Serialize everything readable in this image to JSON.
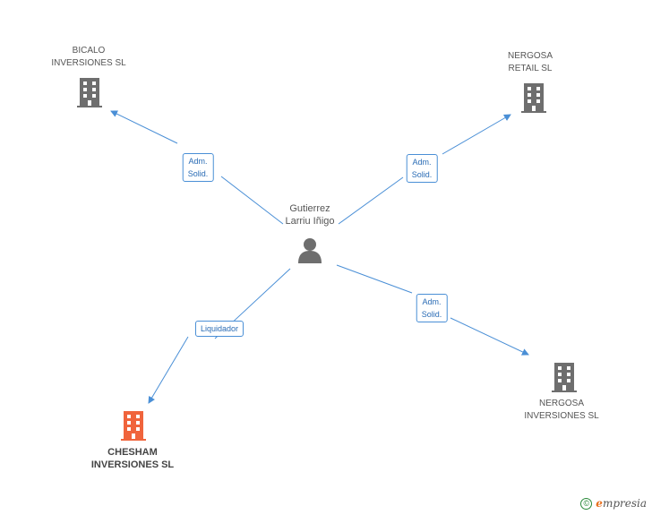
{
  "colors": {
    "edge": "#4a8fd6",
    "company": "#6e6e6e",
    "focus_company": "#f0643c",
    "person": "#6e6e6e"
  },
  "nodes": {
    "person": {
      "line1": "Gutierrez",
      "line2": "Larriu Iñigo",
      "icon": "person-icon"
    },
    "bicalo": {
      "line1": "BICALO",
      "line2": "INVERSIONES SL",
      "icon": "building-icon"
    },
    "nergosa_retail": {
      "line1": "NERGOSA",
      "line2": "RETAIL SL",
      "icon": "building-icon"
    },
    "chesham": {
      "line1": "CHESHAM",
      "line2": "INVERSIONES SL",
      "icon": "building-icon"
    },
    "nergosa_inv": {
      "line1": "NERGOSA",
      "line2": "INVERSIONES SL",
      "icon": "building-icon"
    }
  },
  "edges": {
    "bicalo": {
      "line1": "Adm.",
      "line2": "Solid."
    },
    "nergosa_retail": {
      "line1": "Adm.",
      "line2": "Solid."
    },
    "chesham": {
      "line1": "Liquidador"
    },
    "nergosa_inv": {
      "line1": "Adm.",
      "line2": "Solid."
    }
  },
  "footer": {
    "copyright": "©",
    "brand_first": "e",
    "brand_rest": "mpresia"
  }
}
